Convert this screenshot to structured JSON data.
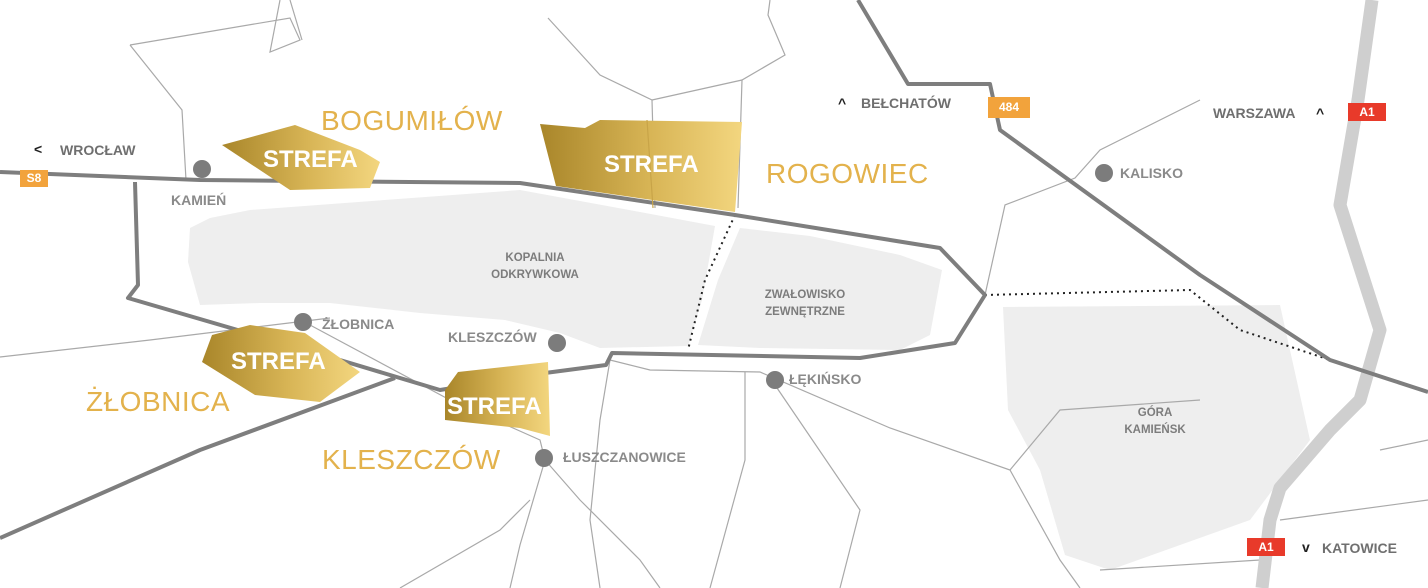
{
  "colors": {
    "road_major": "#7d7d7d",
    "road_minor": "#a8a8a8",
    "highway_a1": "#cfcfcf",
    "area_fill": "#eeeeee",
    "zone_gold_dark": "#b08d2e",
    "zone_gold_light": "#f0d27a",
    "zone_name": "#e3b24c",
    "town_dot": "#7c7c7c",
    "badge_a1": "#e83a2a",
    "badge_regional": "#f2a33c"
  },
  "zones": {
    "bogumilow": {
      "name": "BOGUMIŁÓW",
      "label": "STREFA"
    },
    "rogowiec": {
      "name": "ROGOWIEC",
      "label": "STREFA"
    },
    "zlobnica": {
      "name": "ŻŁOBNICA",
      "label": "STREFA"
    },
    "kleszczow": {
      "name": "KLESZCZÓW",
      "label": "STREFA"
    }
  },
  "places": {
    "kamien": "KAMIEŃ",
    "zlobnica": "ŻŁOBNICA",
    "kleszczow": "KLESZCZÓW",
    "lekinsko": "ŁĘKIŃSKO",
    "luszczanowice": "ŁUSZCZANOWICE",
    "kalisko": "KALISKO"
  },
  "areas": {
    "mine": [
      "KOPALNIA",
      "ODKRYWKOWA"
    ],
    "dump": [
      "ZWAŁOWISKO",
      "ZEWNĘTRZNE"
    ],
    "gora": [
      "GÓRA",
      "KAMIEŃSK"
    ]
  },
  "directions": {
    "wroclaw": {
      "arrow": "<",
      "label": "WROCŁAW",
      "road": "S8"
    },
    "belchatow": {
      "arrow": "^",
      "label": "BEŁCHATÓW",
      "road": "484"
    },
    "warszawa": {
      "arrow": "^",
      "label": "WARSZAWA",
      "road": "A1"
    },
    "katowice": {
      "arrow": "v",
      "label": "KATOWICE",
      "road": "A1"
    }
  },
  "icons": {
    "town_marker": "circle",
    "direction_arrow": "chevron"
  }
}
